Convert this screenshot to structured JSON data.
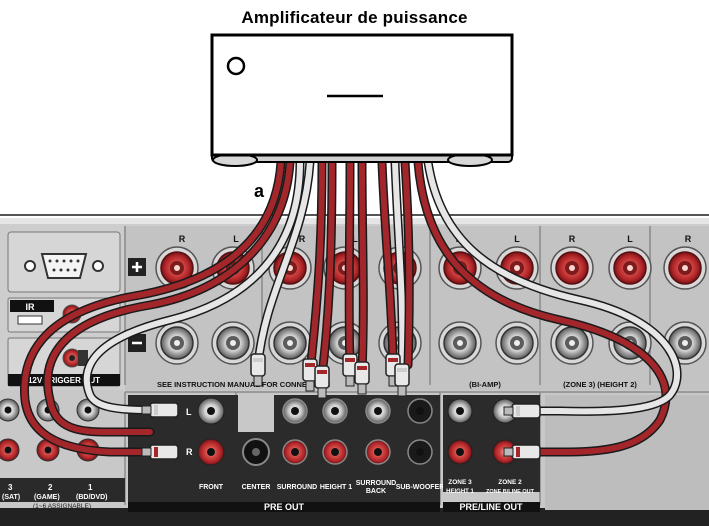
{
  "title": "Amplificateur de puissance",
  "cable_label": "a",
  "panel": {
    "speaker_top_labels": [
      "R",
      "L",
      "R",
      "L",
      "R",
      "L",
      "R",
      "L",
      "R"
    ],
    "ir_label": "IR",
    "trigger_label": "12V TRIGGER OUT",
    "see_instruction": "SEE INSTRUCTION MANUAL FOR CONNECTION",
    "bi_amp": "(BI-AMP)",
    "zone_height": "(ZONE 3) (HEIGHT 2)",
    "input_numbers": [
      "3",
      "2",
      "1"
    ],
    "input_names": [
      "(SAT)",
      "(GAME)",
      "(BD/DVD)"
    ],
    "audio_assignable": "(1~6 ASSIGNABLE)",
    "preout_l": "L",
    "preout_r": "R",
    "preout_labels": [
      "FRONT",
      "CENTER",
      "SURROUND",
      "HEIGHT 1",
      "SURROUND BACK",
      "SUB-WOOFER"
    ],
    "zone_labels": [
      "ZONE 3",
      "HEIGHT 1",
      "ZONE 2",
      "ZONE B/LINE OUT"
    ],
    "pre_out": "PRE OUT",
    "pre_line_out": "PRE/LINE OUT"
  },
  "colors": {
    "panel": "#cfcfcf",
    "panel_dark": "#b5b5b5",
    "cable_red": "#a3262b",
    "cable_white": "#e6e6e6",
    "jack_red": "#c5282d",
    "amp_body": "#ffffff"
  }
}
